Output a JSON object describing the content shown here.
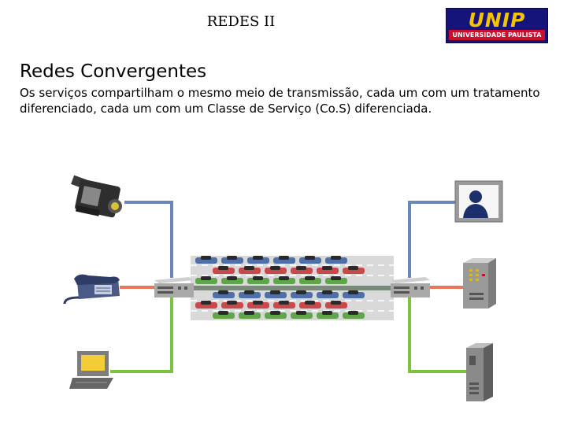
{
  "header": {
    "course_title": "REDES II",
    "logo_word": "UNIP",
    "logo_subtitle": "UNIVERSIDADE PAULISTA"
  },
  "slide": {
    "title": "Redes Convergentes",
    "body": "Os serviços compartilham o mesmo meio de transmissão, cada um com um tratamento diferenciado,  cada um com um Classe de Serviço (Co.S) diferenciada."
  },
  "colors": {
    "video_link": "#6d86b8",
    "voice_link": "#e8765a",
    "data_link": "#7dc241",
    "road": "#d9d9d9",
    "median": "#7a8a7a"
  },
  "icons": [
    "video-camera-icon",
    "telephone-icon",
    "computer-terminal-icon",
    "router-icon",
    "video-monitor-icon",
    "server-icon",
    "mainframe-icon"
  ],
  "traffic": {
    "lanes": [
      {
        "color": "blue",
        "count": 6
      },
      {
        "color": "red",
        "count": 6
      },
      {
        "color": "green",
        "count": 6
      },
      {
        "color": "blue",
        "count": 6
      },
      {
        "color": "red",
        "count": 6
      },
      {
        "color": "green",
        "count": 6
      }
    ]
  }
}
